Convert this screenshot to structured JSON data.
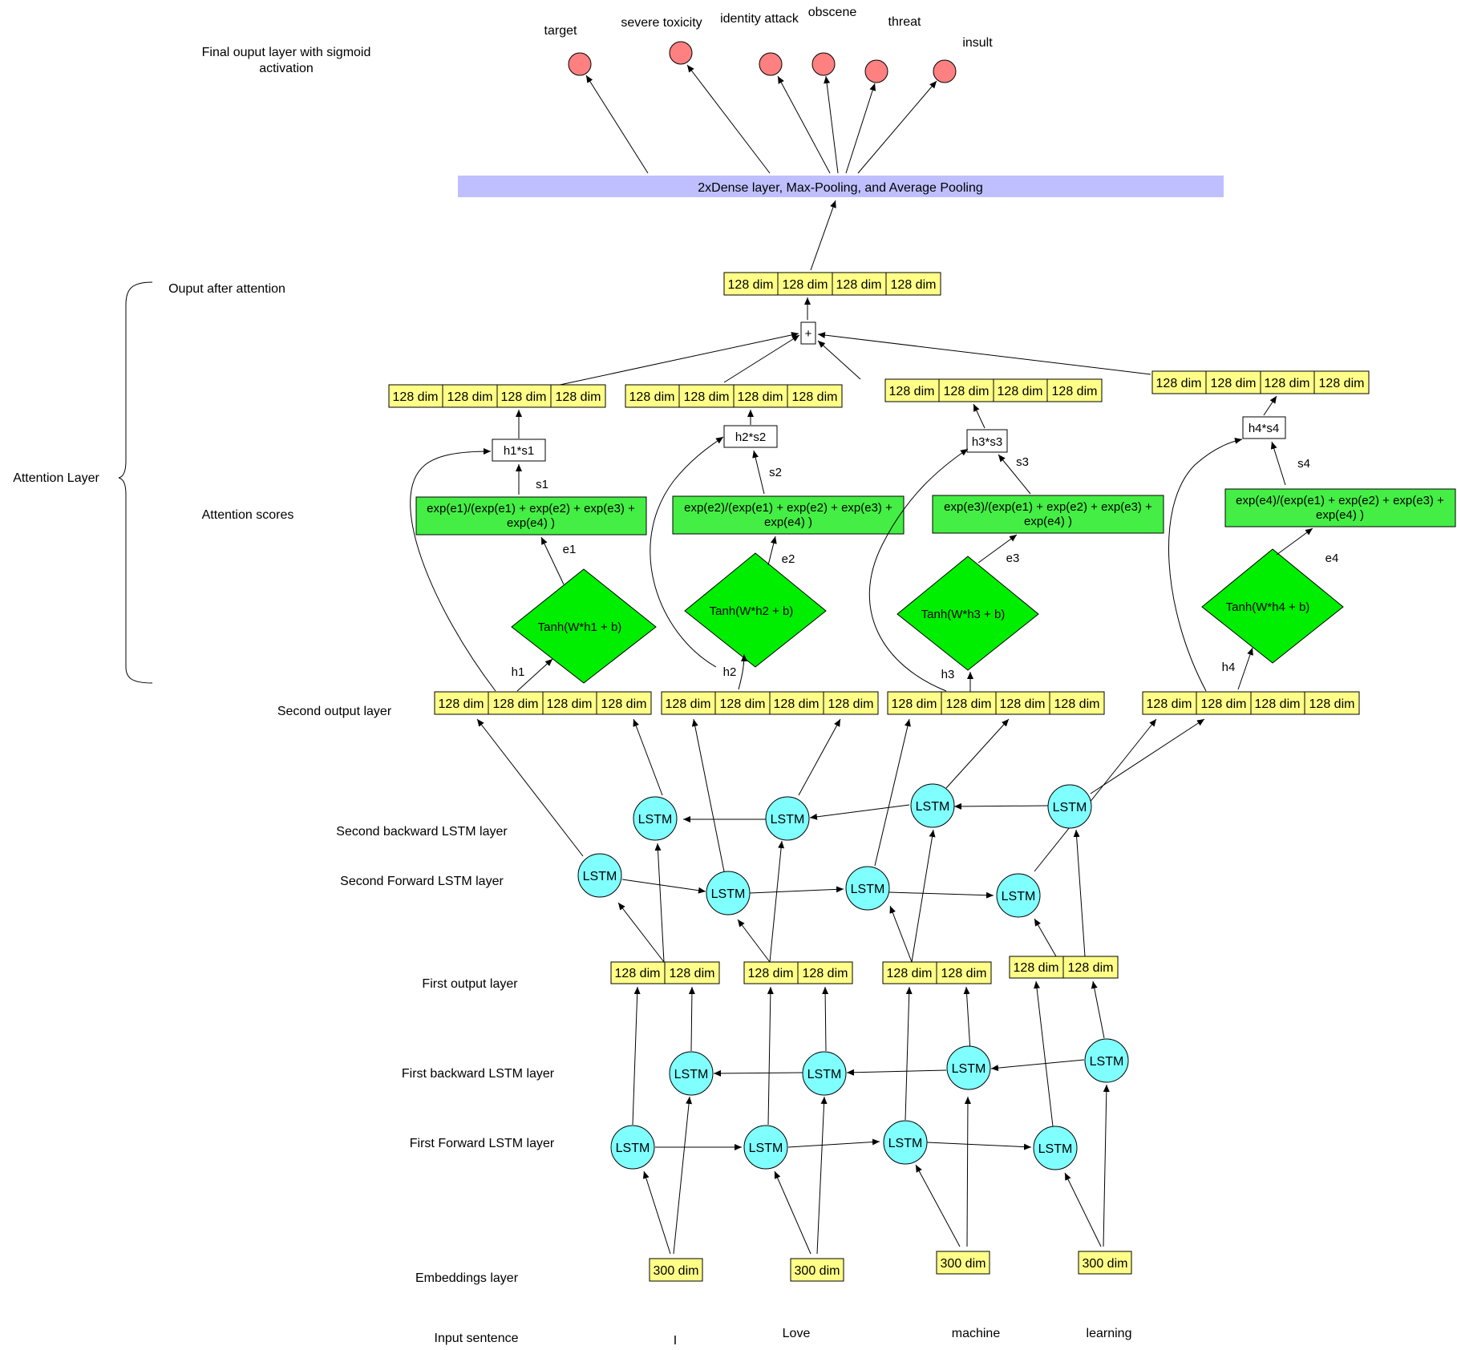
{
  "output": {
    "layer_label": [
      "Final ouput layer with sigmoid",
      "activation"
    ],
    "nodes": [
      "target",
      "severe toxicity",
      "identity attack",
      "obscene",
      "threat",
      "insult"
    ],
    "color": "#ff8080"
  },
  "dense": {
    "label": "2xDense layer, Max-Pooling, and Average Pooling",
    "color": "#bfbfff"
  },
  "attention": {
    "bracket_label": "Attention Layer",
    "output_label": "Ouput after attention",
    "scores_label": "Attention  scores",
    "sum_symbol": "+",
    "output_cells": [
      "128 dim",
      "128 dim",
      "128 dim",
      "128 dim"
    ],
    "columns": [
      {
        "h": "h1",
        "e": "e1",
        "s": "s1",
        "tanh": "Tanh(W*h1 + b)",
        "softmax": [
          "exp(e1)/(exp(e1) + exp(e2) + exp(e3) +",
          "exp(e4) )"
        ],
        "product": "h1*s1",
        "cells": [
          "128 dim",
          "128 dim",
          "128 dim",
          "128 dim"
        ]
      },
      {
        "h": "h2",
        "e": "e2",
        "s": "s2",
        "tanh": "Tanh(W*h2 + b)",
        "softmax": [
          "exp(e2)/(exp(e1) + exp(e2) + exp(e3) +",
          "exp(e4) )"
        ],
        "product": "h2*s2",
        "cells": [
          "128 dim",
          "128 dim",
          "128 dim",
          "128 dim"
        ]
      },
      {
        "h": "h3",
        "e": "e3",
        "s": "s3",
        "tanh": "Tanh(W*h3 + b)",
        "softmax": [
          "exp(e3)/(exp(e1) + exp(e2) + exp(e3) +",
          "exp(e4) )"
        ],
        "product": "h3*s3",
        "cells": [
          "128 dim",
          "128 dim",
          "128 dim",
          "128 dim"
        ]
      },
      {
        "h": "h4",
        "e": "e4",
        "s": "s4",
        "tanh": "Tanh(W*h4 + b)",
        "softmax": [
          "exp(e4)/(exp(e1) + exp(e2) + exp(e3) +",
          "exp(e4) )"
        ],
        "product": "h4*s4",
        "cells": [
          "128 dim",
          "128 dim",
          "128 dim",
          "128 dim"
        ]
      }
    ]
  },
  "layers": {
    "second_output": "Second output layer",
    "second_backward": "Second backward LSTM layer",
    "second_forward": "Second Forward LSTM layer",
    "first_output": "First output layer",
    "first_backward": "First backward LSTM layer",
    "first_forward": "First Forward LSTM layer",
    "embeddings": "Embeddings layer",
    "input": "Input sentence"
  },
  "second_output_cells": [
    [
      "128 dim",
      "128 dim",
      "128 dim",
      "128 dim"
    ],
    [
      "128 dim",
      "128 dim",
      "128 dim",
      "128 dim"
    ],
    [
      "128 dim",
      "128 dim",
      "128 dim",
      "128 dim"
    ],
    [
      "128 dim",
      "128 dim",
      "128 dim",
      "128 dim"
    ]
  ],
  "first_output_cells": [
    [
      "128 dim",
      "128 dim"
    ],
    [
      "128 dim",
      "128 dim"
    ],
    [
      "128 dim",
      "128 dim"
    ],
    [
      "128 dim",
      "128 dim"
    ]
  ],
  "lstm_label": "LSTM",
  "embeddings": [
    "300 dim",
    "300 dim",
    "300 dim",
    "300 dim"
  ],
  "words": [
    "I",
    "Love",
    "machine",
    "learning"
  ],
  "colors": {
    "vector": "#ffff88",
    "lstm": "#80ffff",
    "attention": "#44ee44"
  }
}
